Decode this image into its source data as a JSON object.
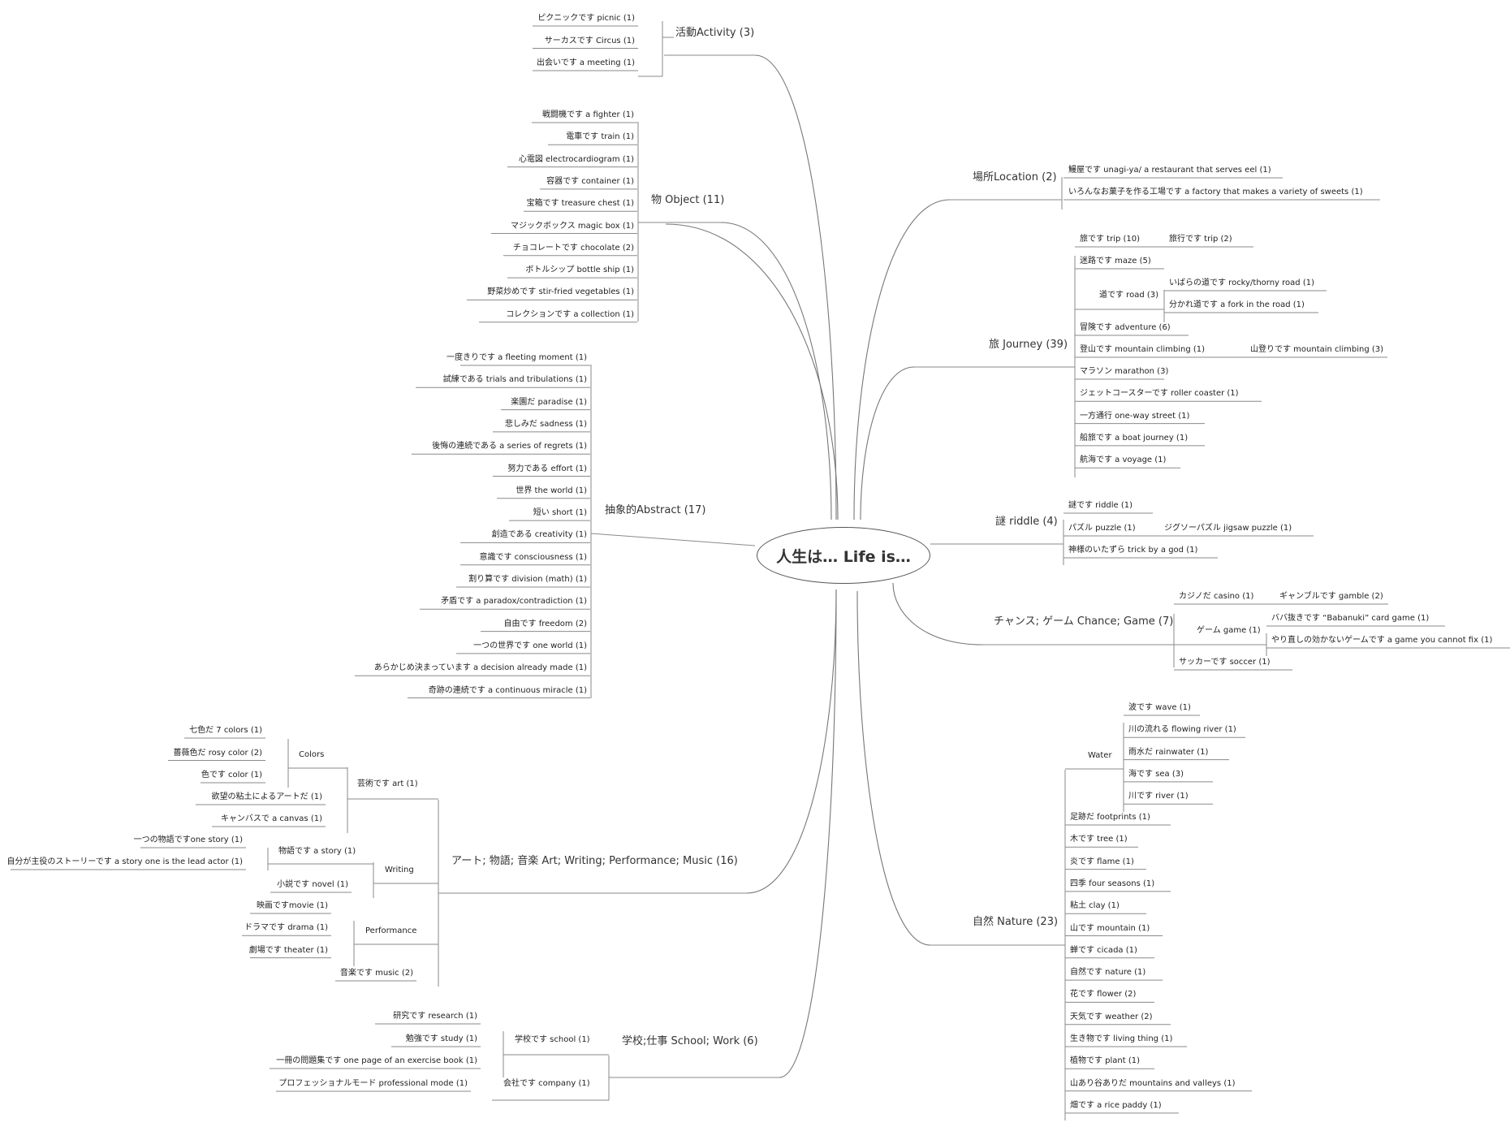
{
  "center": "人生は… Life is…",
  "activity": {
    "label": "活動Activity (3)",
    "items": [
      "ピクニックです picnic (1)",
      "サーカスです Circus (1)",
      "出会いです a meeting (1)"
    ]
  },
  "object": {
    "label": "物 Object (11)",
    "items": [
      "戦闘機です a fighter (1)",
      "電車です train (1)",
      "心電図 electrocardiogram (1)",
      "容器です container (1)",
      "宝箱です treasure chest (1)",
      "マジックボックス magic box (1)",
      "チョコレートです chocolate (2)",
      "ボトルシップ bottle ship (1)",
      "野菜炒めです stir-fried vegetables (1)",
      "コレクションです a collection (1)"
    ]
  },
  "abstract": {
    "label": "抽象的Abstract (17)",
    "items": [
      "一度きりです a fleeting moment (1)",
      "試練である trials and tribulations (1)",
      "楽園だ paradise (1)",
      "悲しみだ sadness (1)",
      "後悔の連続である a series of regrets (1)",
      "努力である effort (1)",
      "世界 the world (1)",
      "短い short (1)",
      "創造である creativity (1)",
      "意識です consciousness (1)",
      "割り算です division (math) (1)",
      "矛盾です a paradox/contradiction (1)",
      "自由です freedom (2)",
      "一つの世界です one world (1)",
      "あらかじめ決まっています a decision already made (1)",
      "奇跡の連続です a continuous miracle (1)"
    ]
  },
  "art": {
    "label": "アート; 物語; 音楽 Art; Writing; Performance; Music (16)",
    "art": {
      "label": "芸術です art (1)",
      "colors": {
        "label": "Colors",
        "items": [
          "七色だ 7 colors (1)",
          "薔薇色だ rosy color (2)",
          "色です color (1)"
        ]
      },
      "items": [
        "欲望の粘土によるアートだ (1)",
        "キャンバスで a canvas (1)"
      ]
    },
    "writing": {
      "label": "Writing",
      "story": {
        "label": "物語です a story (1)",
        "items": [
          "一つの物語ですone story (1)",
          "自分が主役のストーリーです a story one is the lead actor (1)"
        ]
      },
      "novel": "小説です novel (1)"
    },
    "performance": {
      "label": "Performance",
      "items": [
        "映画ですmovie (1)",
        "ドラマです drama (1)",
        "劇場です theater (1)"
      ]
    },
    "music": "音楽です music (2)"
  },
  "school": {
    "label": "学校;仕事 School; Work (6)",
    "school": {
      "label": "学校です school (1)",
      "items": [
        "研究です research (1)",
        "勉強です study (1)",
        "一冊の問題集です one page of an exercise book (1)"
      ]
    },
    "company": {
      "label": "会社です company (1)",
      "items": [
        "プロフェッショナルモード professional mode (1)"
      ]
    }
  },
  "location": {
    "label": "場所Location (2)",
    "items": [
      "鰻屋です unagi-ya/ a restaurant that serves eel (1)",
      "いろんなお菓子を作る工場です a factory that makes a variety of sweets (1)"
    ]
  },
  "journey": {
    "label": "旅 Journey (39)",
    "trip": "旅です trip (10)",
    "trip2": "旅行です trip (2)",
    "maze": "迷路です maze (5)",
    "road": "道です road (3)",
    "road1": "いばらの道です rocky/thorny road (1)",
    "road2": "分かれ道です a fork in the road (1)",
    "adventure": "冒険です adventure (6)",
    "climb": "登山です mountain climbing (1)",
    "climb2": "山登りです mountain climbing (3)",
    "others": [
      "マラソン marathon (3)",
      "ジェットコースターです roller coaster (1)",
      "一方通行 one-way street (1)",
      "船旅です a boat journey (1)",
      "航海です a voyage (1)"
    ]
  },
  "riddle": {
    "label": "謎 riddle (4)",
    "r1": "謎です riddle (1)",
    "r2": "パズル puzzle (1)",
    "r2b": "ジグソーパズル jigsaw puzzle (1)",
    "r3": "神様のいたずら trick by a god (1)"
  },
  "chance": {
    "label": "チャンス; ゲーム Chance; Game (7)",
    "casino": "カジノだ casino (1)",
    "gamble": "ギャンブルです gamble (2)",
    "game": "ゲーム game (1)",
    "g1": "ババ抜きです “Babanuki” card game (1)",
    "g2": "やり直しの効かないゲームです a game you cannot fix (1)",
    "soccer": "サッカーです soccer (1)"
  },
  "nature": {
    "label": "自然 Nature (23)",
    "water": {
      "label": "Water",
      "items": [
        "波です wave (1)",
        "川の流れる flowing river (1)",
        "雨水だ rainwater (1)",
        "海です sea (3)",
        "川です river (1)"
      ]
    },
    "items": [
      "足跡だ footprints (1)",
      "木です tree (1)",
      "炎です flame (1)",
      "四季 four seasons (1)",
      "粘土 clay (1)",
      "山です mountain (1)",
      "蝉です cicada (1)",
      "自然です nature (1)",
      "花です flower (2)",
      "天気です weather (2)",
      "生き物です living thing (1)",
      "植物です plant (1)",
      "山あり谷ありだ mountains and valleys (1)",
      "畑です a rice paddy (1)"
    ]
  }
}
